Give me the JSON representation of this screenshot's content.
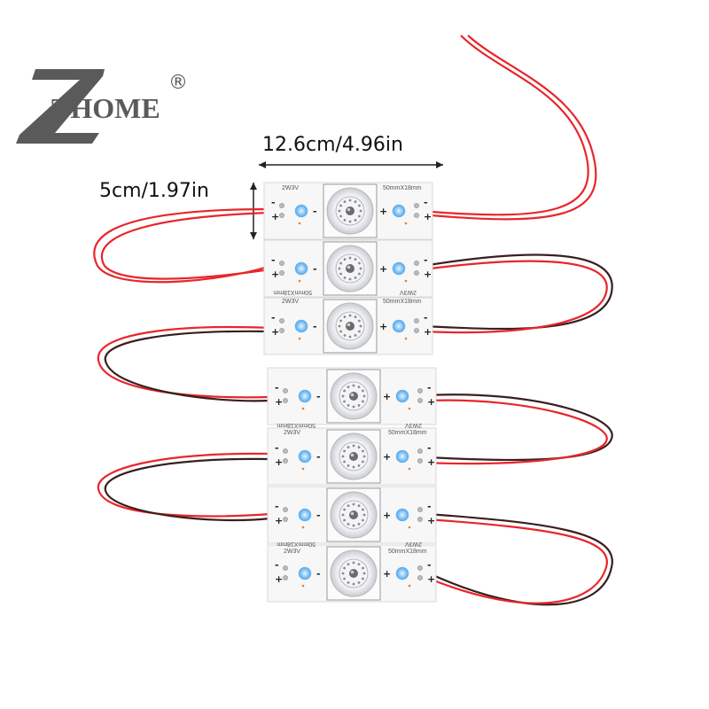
{
  "brand": {
    "name": "THOME",
    "letter": "Z",
    "registered": "®"
  },
  "dimensions": {
    "width": "12.6cm/4.96in",
    "height": "5cm/1.97in"
  },
  "module": {
    "power": "2W3V",
    "size": "50mmX18mm"
  },
  "wire_colors": {
    "red": "#e8262b",
    "black": "#3a1f1f"
  },
  "modules_group1": 3,
  "modules_group2": 4
}
